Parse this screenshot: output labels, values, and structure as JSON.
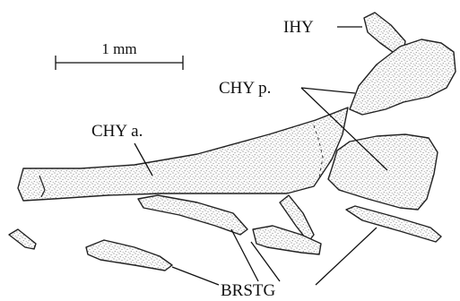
{
  "figure": {
    "scale_bar_label": "1 mm",
    "labels": {
      "ihy": "IHY",
      "chy_posterior": "CHY p.",
      "chy_anterior": "CHY a.",
      "brstg": "BRSTG"
    }
  },
  "colors": {
    "ink": "#222222",
    "background": "#ffffff",
    "stipple": "#555555"
  }
}
